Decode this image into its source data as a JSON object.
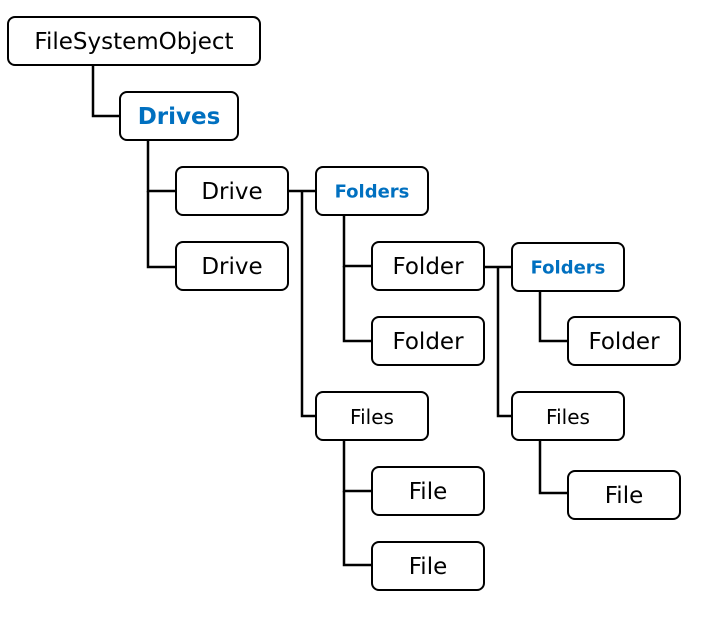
{
  "colors": {
    "collection_text": "#0070c0",
    "object_text": "#000000",
    "line": "#000000",
    "box_border": "#000000"
  },
  "nodes": {
    "root": {
      "label": "FileSystemObject",
      "kind": "object"
    },
    "drives": {
      "label": "Drives",
      "kind": "collection"
    },
    "drive_1": {
      "label": "Drive",
      "kind": "object"
    },
    "drive_2": {
      "label": "Drive",
      "kind": "object"
    },
    "folders_1": {
      "label": "Folders",
      "kind": "collection"
    },
    "folder_1a": {
      "label": "Folder",
      "kind": "object"
    },
    "folder_1b": {
      "label": "Folder",
      "kind": "object"
    },
    "folders_2": {
      "label": "Folders",
      "kind": "collection"
    },
    "folder_2a": {
      "label": "Folder",
      "kind": "object"
    },
    "files_1": {
      "label": "Files",
      "kind": "object"
    },
    "file_1a": {
      "label": "File",
      "kind": "object"
    },
    "file_1b": {
      "label": "File",
      "kind": "object"
    },
    "files_2": {
      "label": "Files",
      "kind": "object"
    },
    "file_2a": {
      "label": "File",
      "kind": "object"
    }
  },
  "edges": [
    [
      "root",
      "drives"
    ],
    [
      "drives",
      "drive_1"
    ],
    [
      "drives",
      "drive_2"
    ],
    [
      "drive_1",
      "folders_1"
    ],
    [
      "drive_1",
      "files_1"
    ],
    [
      "folders_1",
      "folder_1a"
    ],
    [
      "folders_1",
      "folder_1b"
    ],
    [
      "folder_1a",
      "folders_2"
    ],
    [
      "folder_1a",
      "files_2"
    ],
    [
      "folders_2",
      "folder_2a"
    ],
    [
      "files_1",
      "file_1a"
    ],
    [
      "files_1",
      "file_1b"
    ],
    [
      "files_2",
      "file_2a"
    ]
  ]
}
